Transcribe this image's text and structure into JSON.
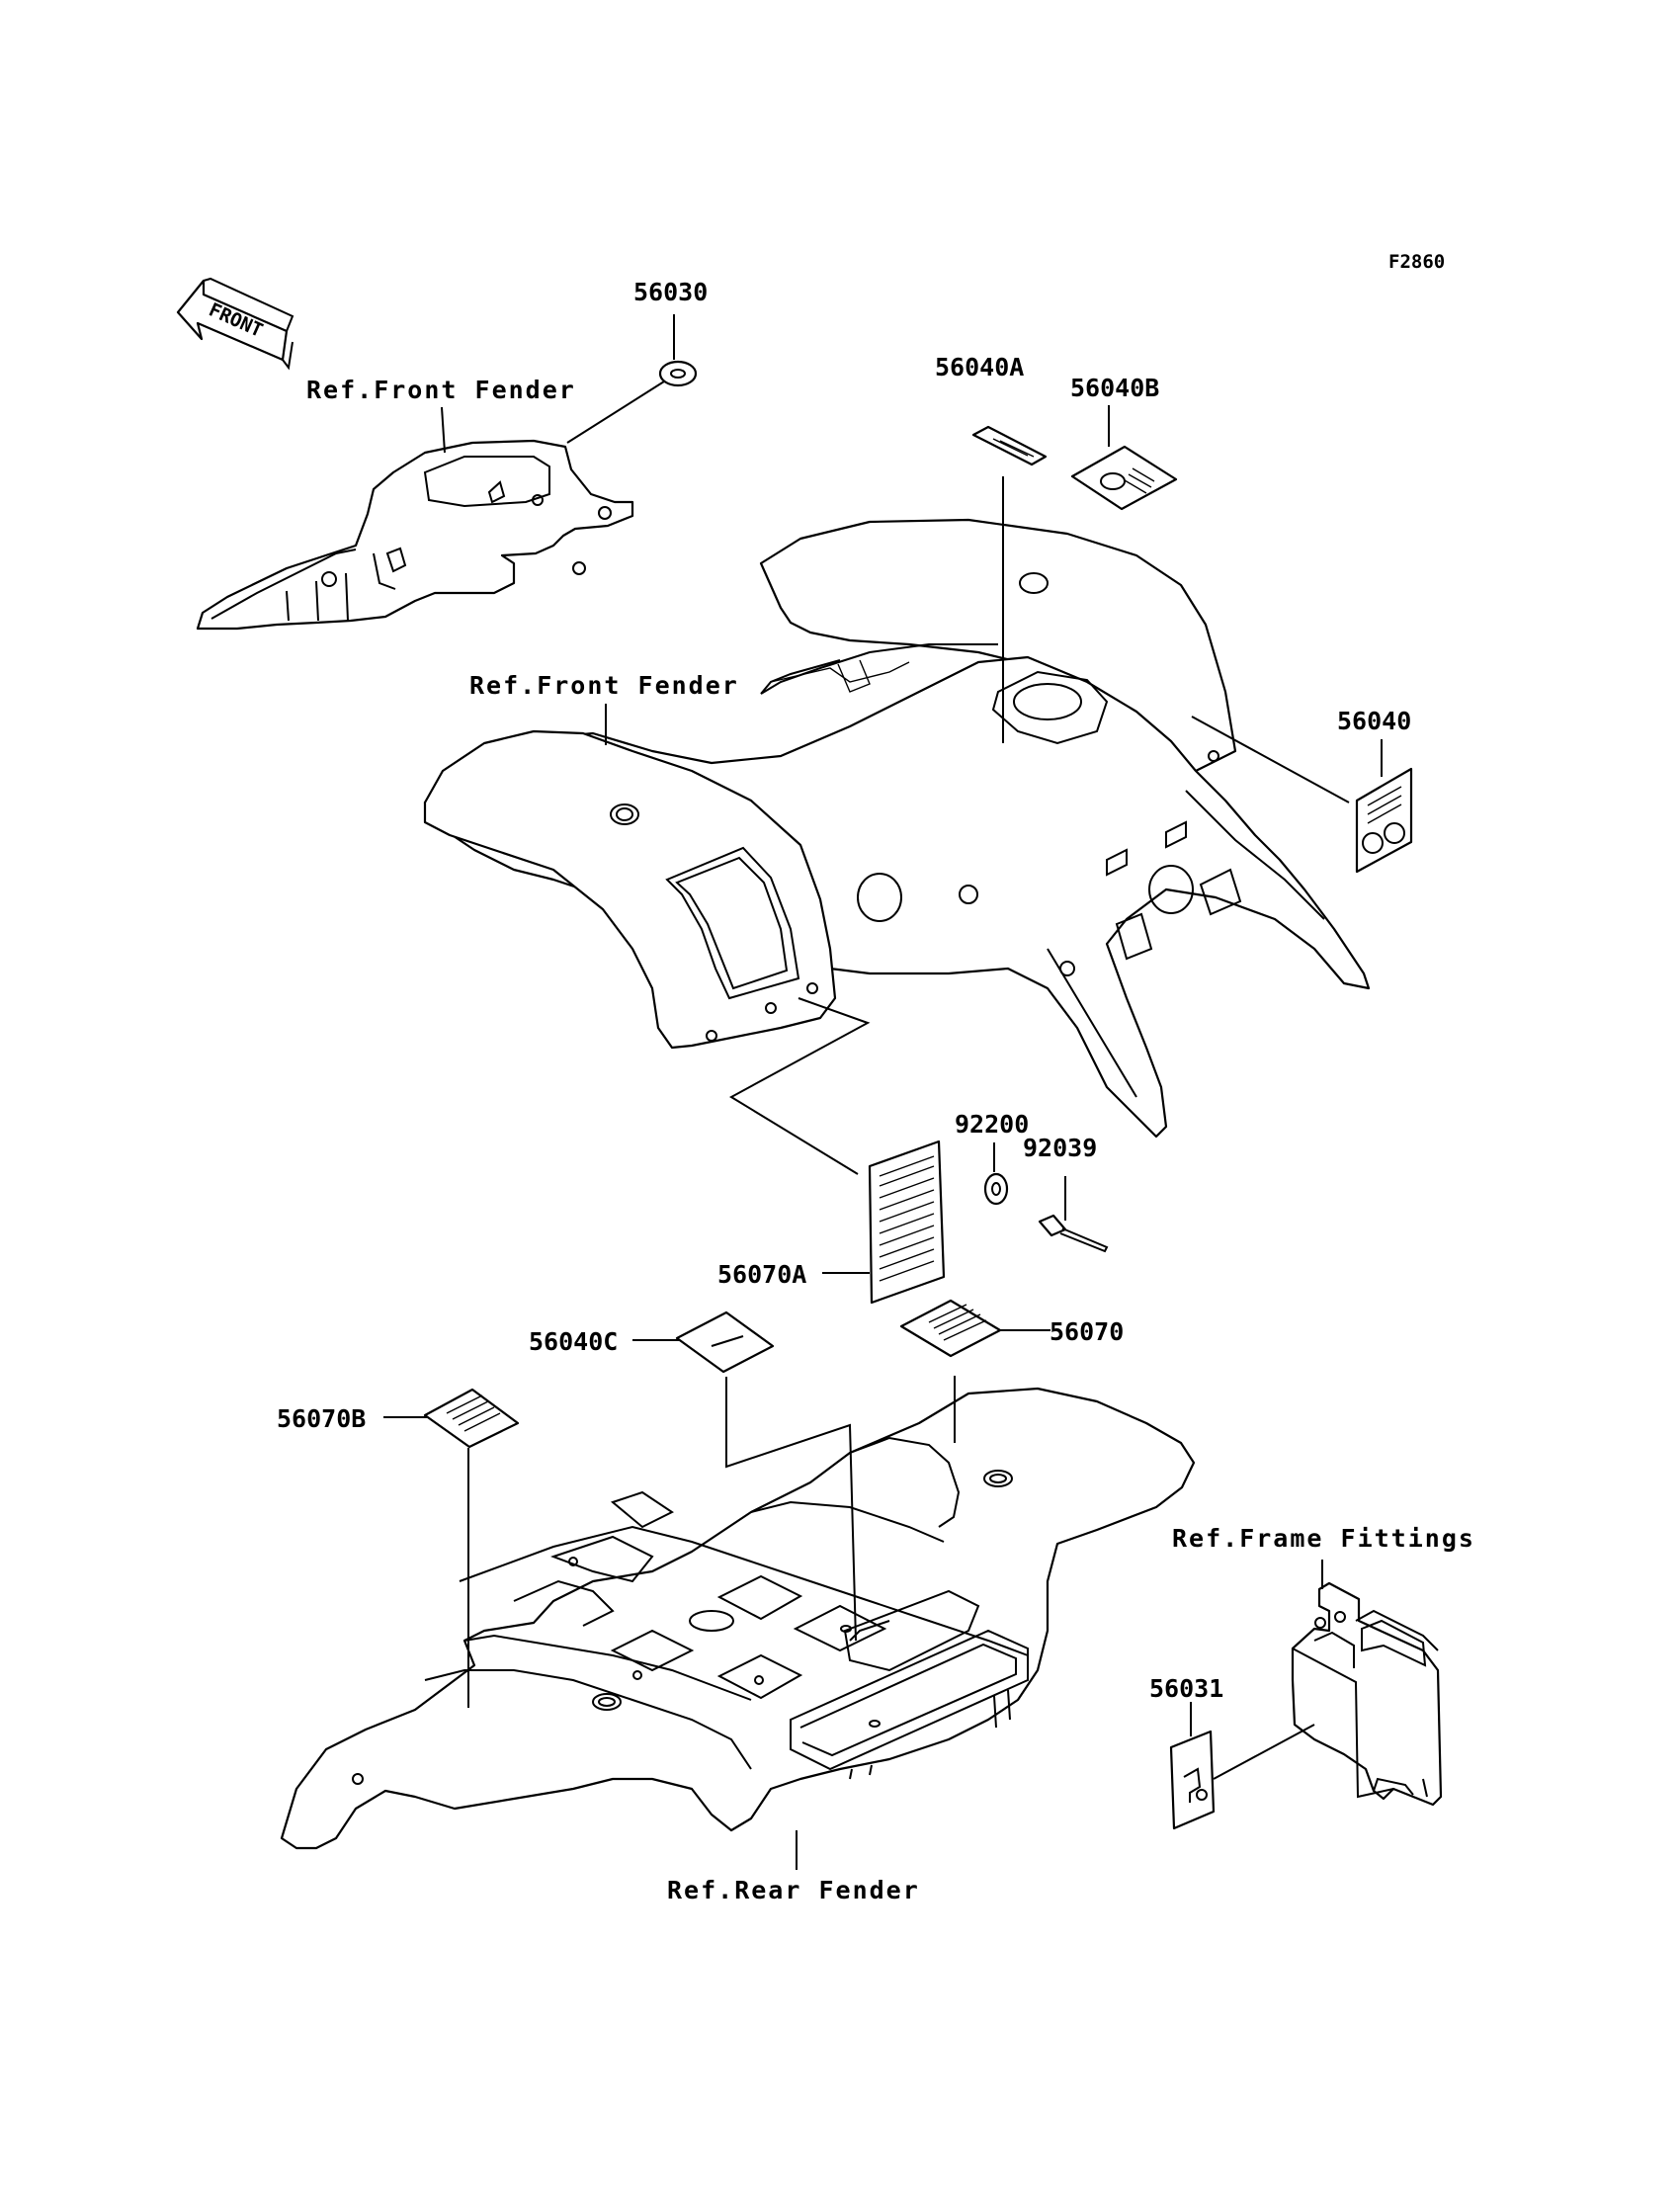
{
  "figure_code": "F2860",
  "front_arrow": {
    "text": "FRONT",
    "icon": "front-arrow-icon"
  },
  "references": {
    "front_fender_1": "Ref.Front Fender",
    "front_fender_2": "Ref.Front Fender",
    "rear_fender": "Ref.Rear Fender",
    "frame_fittings": "Ref.Frame Fittings"
  },
  "parts": {
    "p56030": "56030",
    "p56040A": "56040A",
    "p56040B": "56040B",
    "p56040": "56040",
    "p92200": "92200",
    "p92039": "92039",
    "p56070A": "56070A",
    "p56040C": "56040C",
    "p56070": "56070",
    "p56070B": "56070B",
    "p56031": "56031"
  }
}
